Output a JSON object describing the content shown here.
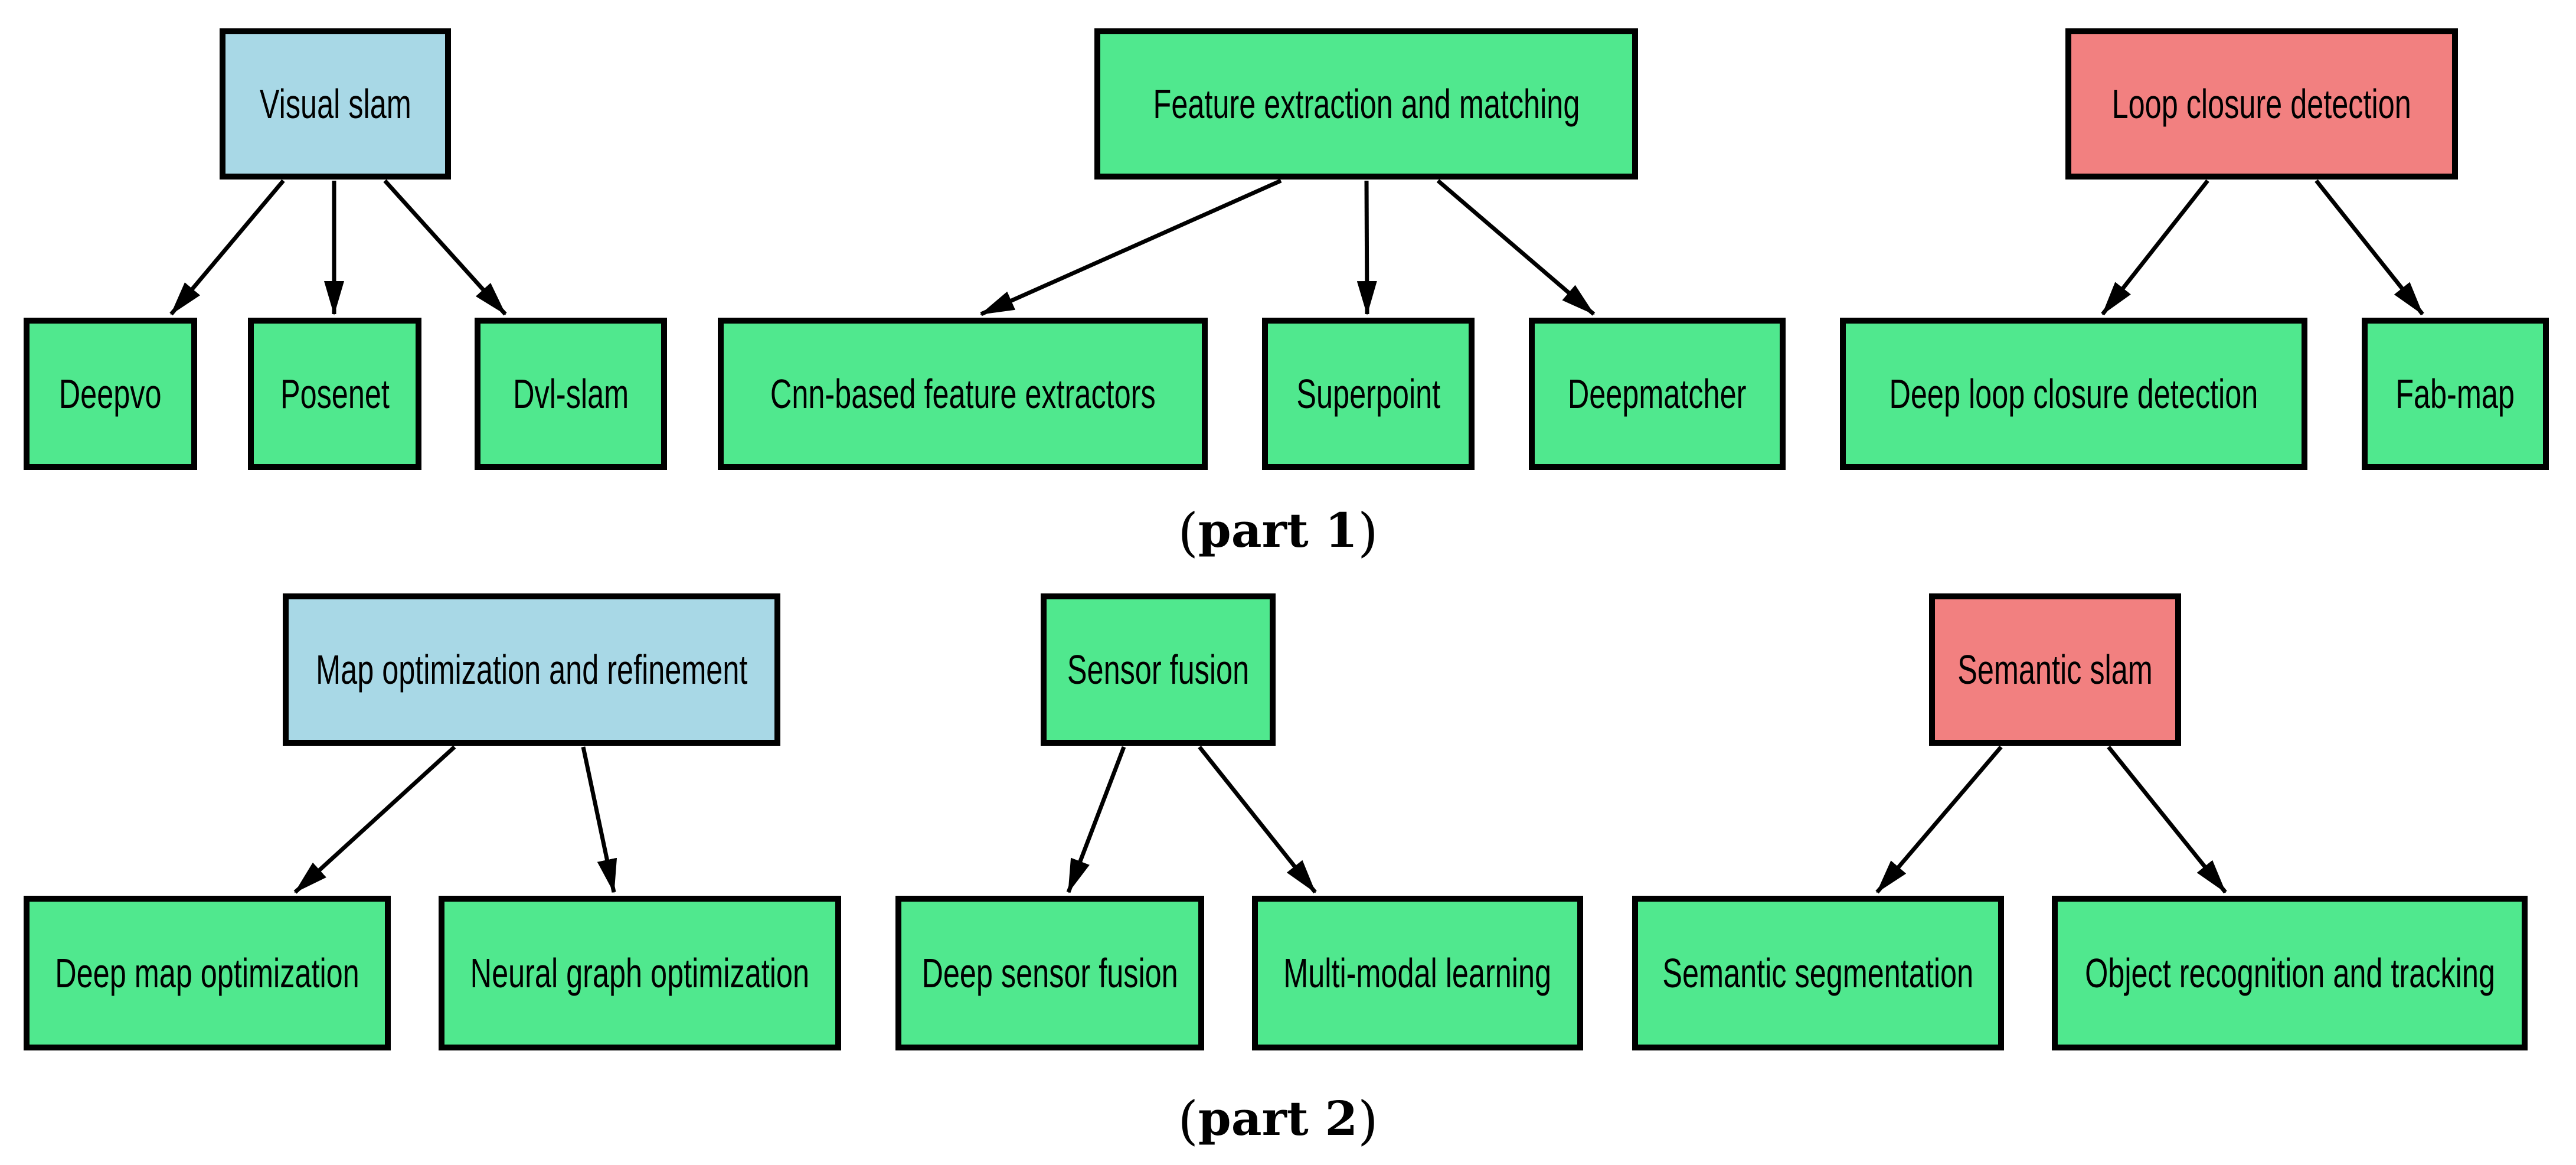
{
  "figure": {
    "colors": {
      "blue": "#a8d8e6",
      "green": "#50e88e",
      "red": "#f28080",
      "border": "#000000",
      "text": "#000000"
    },
    "part1": {
      "caption": {
        "open": "(",
        "label": "part 1",
        "close": ")"
      },
      "trees": [
        {
          "parent": {
            "label": "Visual slam",
            "color": "blue"
          },
          "children": [
            {
              "label": "Deepvo"
            },
            {
              "label": "Posenet"
            },
            {
              "label": "Dvl-slam"
            }
          ]
        },
        {
          "parent": {
            "label": "Feature extraction and matching",
            "color": "green"
          },
          "children": [
            {
              "label": "Cnn-based feature extractors"
            },
            {
              "label": "Superpoint"
            },
            {
              "label": "Deepmatcher"
            }
          ]
        },
        {
          "parent": {
            "label": "Loop closure detection",
            "color": "red"
          },
          "children": [
            {
              "label": "Deep loop closure detection"
            },
            {
              "label": "Fab-map"
            }
          ]
        }
      ]
    },
    "part2": {
      "caption": {
        "open": "(",
        "label": "part 2",
        "close": ")"
      },
      "trees": [
        {
          "parent": {
            "label": "Map optimization and refinement",
            "color": "blue"
          },
          "children": [
            {
              "label": "Deep map optimization"
            },
            {
              "label": "Neural graph optimization"
            }
          ]
        },
        {
          "parent": {
            "label": "Sensor fusion",
            "color": "green"
          },
          "children": [
            {
              "label": "Deep sensor fusion"
            },
            {
              "label": "Multi-modal learning"
            }
          ]
        },
        {
          "parent": {
            "label": "Semantic slam",
            "color": "red"
          },
          "children": [
            {
              "label": "Semantic segmentation"
            },
            {
              "label": "Object recognition and tracking"
            }
          ]
        }
      ]
    }
  }
}
